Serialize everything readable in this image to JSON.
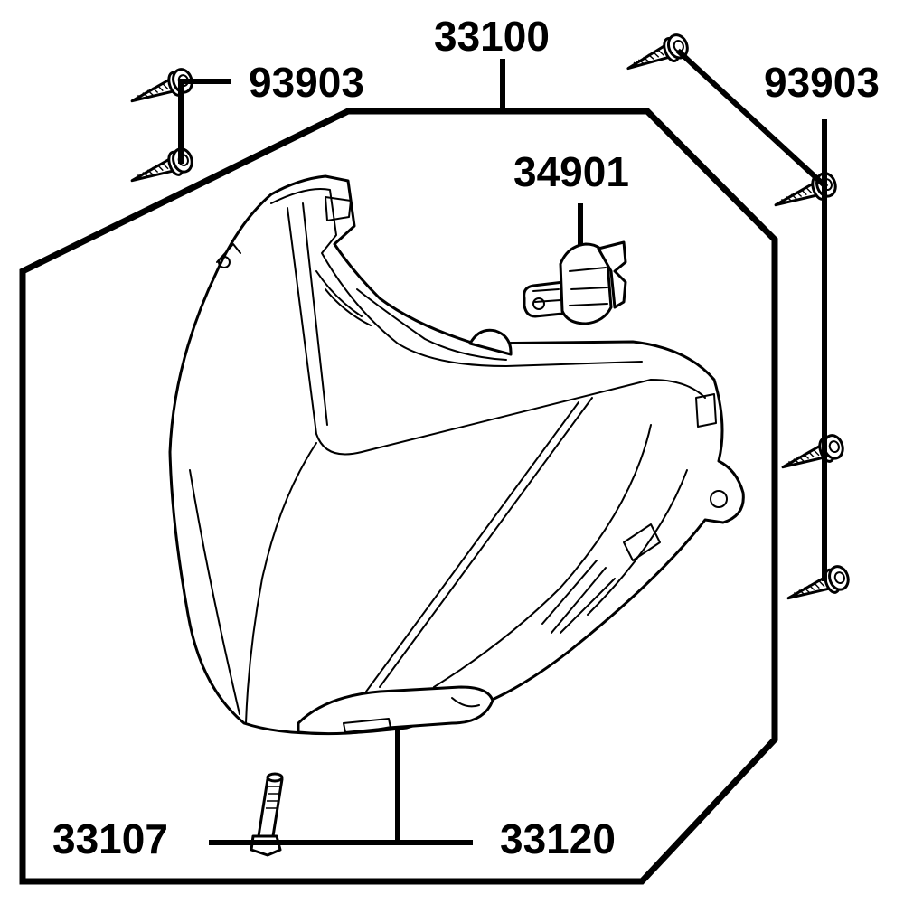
{
  "labels": {
    "assembly": "33100",
    "screw_left": "93903",
    "screw_right": "93903",
    "bulb": "34901",
    "bolt": "33107",
    "bracket": "33120"
  },
  "icons": {
    "screw": "self-tapping-screw-icon",
    "bolt": "hex-bolt-icon",
    "bulb": "headlight-bulb-icon",
    "assembly": "headlight-assembly-icon"
  },
  "colors": {
    "line": "#000000",
    "background": "#ffffff"
  }
}
